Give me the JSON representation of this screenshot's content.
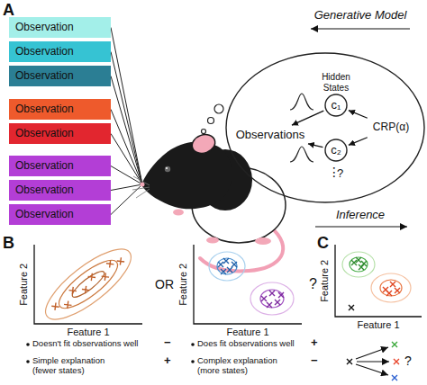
{
  "diagram": {
    "nodes": [
      {
        "text": [
          "Observation"
        ]
      },
      {
        "text": [
          "Observation"
        ]
      },
      {
        "text": [
          "Observation"
        ]
      },
      {
        "text": [
          "Observation"
        ]
      },
      {
        "text": [
          "Observation"
        ]
      },
      {
        "text": [
          "Observation"
        ]
      },
      {
        "text": [
          "Observation"
        ]
      },
      {
        "text": [
          "Observation"
        ]
      },
      {
        "text": [
          "Hidden States"
        ]
      },
      {
        "text": [
          "Observations"
        ],
        "in": 8
      },
      {
        "text": [
          "c₁"
        ],
        "in": 8
      },
      {
        "text": [
          "c₂"
        ],
        "in": 8
      },
      {
        "text": [
          "CRP(α)"
        ],
        "in": 8
      }
    ],
    "edges": [
      {
        "from": 10,
        "to": 9,
        "arrow": "to"
      },
      {
        "from": 11,
        "to": 9,
        "arrow": "to"
      },
      {
        "from": 12,
        "to": 10,
        "arrow": "to"
      },
      {
        "from": 12,
        "to": 11,
        "arrow": "to"
      }
    ],
    "labels": [
      "A",
      "Generative Model",
      "Inference",
      "⋮",
      "?",
      "B",
      "Feature 2",
      "Feature 1",
      "OR",
      "Feature 2",
      "Feature 1",
      "?",
      "Doesn't fit observations well",
      "−",
      "Simple explanation (fewer states)",
      "+",
      "Does fit observations well",
      "+",
      "Complex explanation (more states)",
      "−",
      "C",
      "Feature 2",
      "Feature 1",
      "?"
    ]
  }
}
